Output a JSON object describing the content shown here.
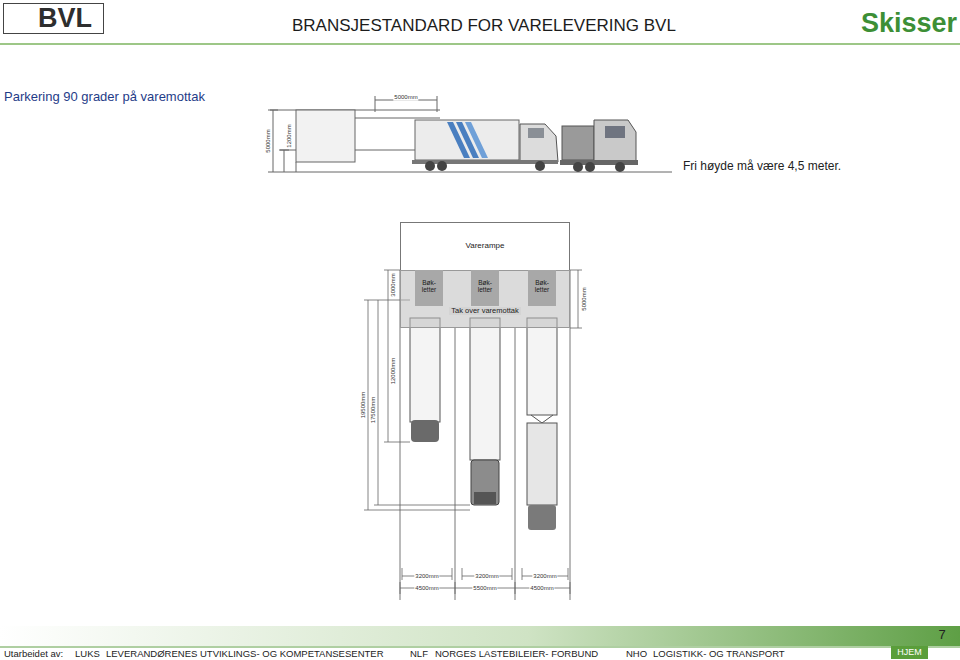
{
  "diagram": {
    "title": "BRANSJESTANDARD FOR VARELEVERING BVL",
    "nodes": [
      {
        "text": [
          "BVL"
        ]
      },
      {
        "text": [
          "Varerampe"
        ]
      },
      {
        "text": [
          "Tak over varemottak"
        ]
      },
      {
        "text": [
          "Bøk- letter"
        ],
        "in": 2
      },
      {
        "text": [
          "Bøk- letter"
        ],
        "in": 2
      },
      {
        "text": [
          "Bøk- letter"
        ],
        "in": 2
      },
      {
        "text": [
          "HJEM"
        ]
      }
    ],
    "labels": [
      "Skisser",
      "Parkering 90 grader på varemottak",
      "5000mm",
      "5000mm",
      "1200mm",
      "Fri høyde må være 4,5 meter.",
      "3000mm",
      "12000mm",
      "17500mm",
      "19500mm",
      "5000mm",
      "3200mm",
      "3200mm",
      "3200mm",
      "4500mm",
      "5500mm",
      "4500mm",
      "Utarbeidet av:",
      "LUKS",
      "LEVERANDØRENES UTVIKLINGS- OG KOMPETANSESENTER",
      "NLF",
      "NORGES LASTEBILEIER- FORBUND",
      "NHO",
      "LOGISTIKK- OG TRANSPORT",
      "7"
    ]
  }
}
